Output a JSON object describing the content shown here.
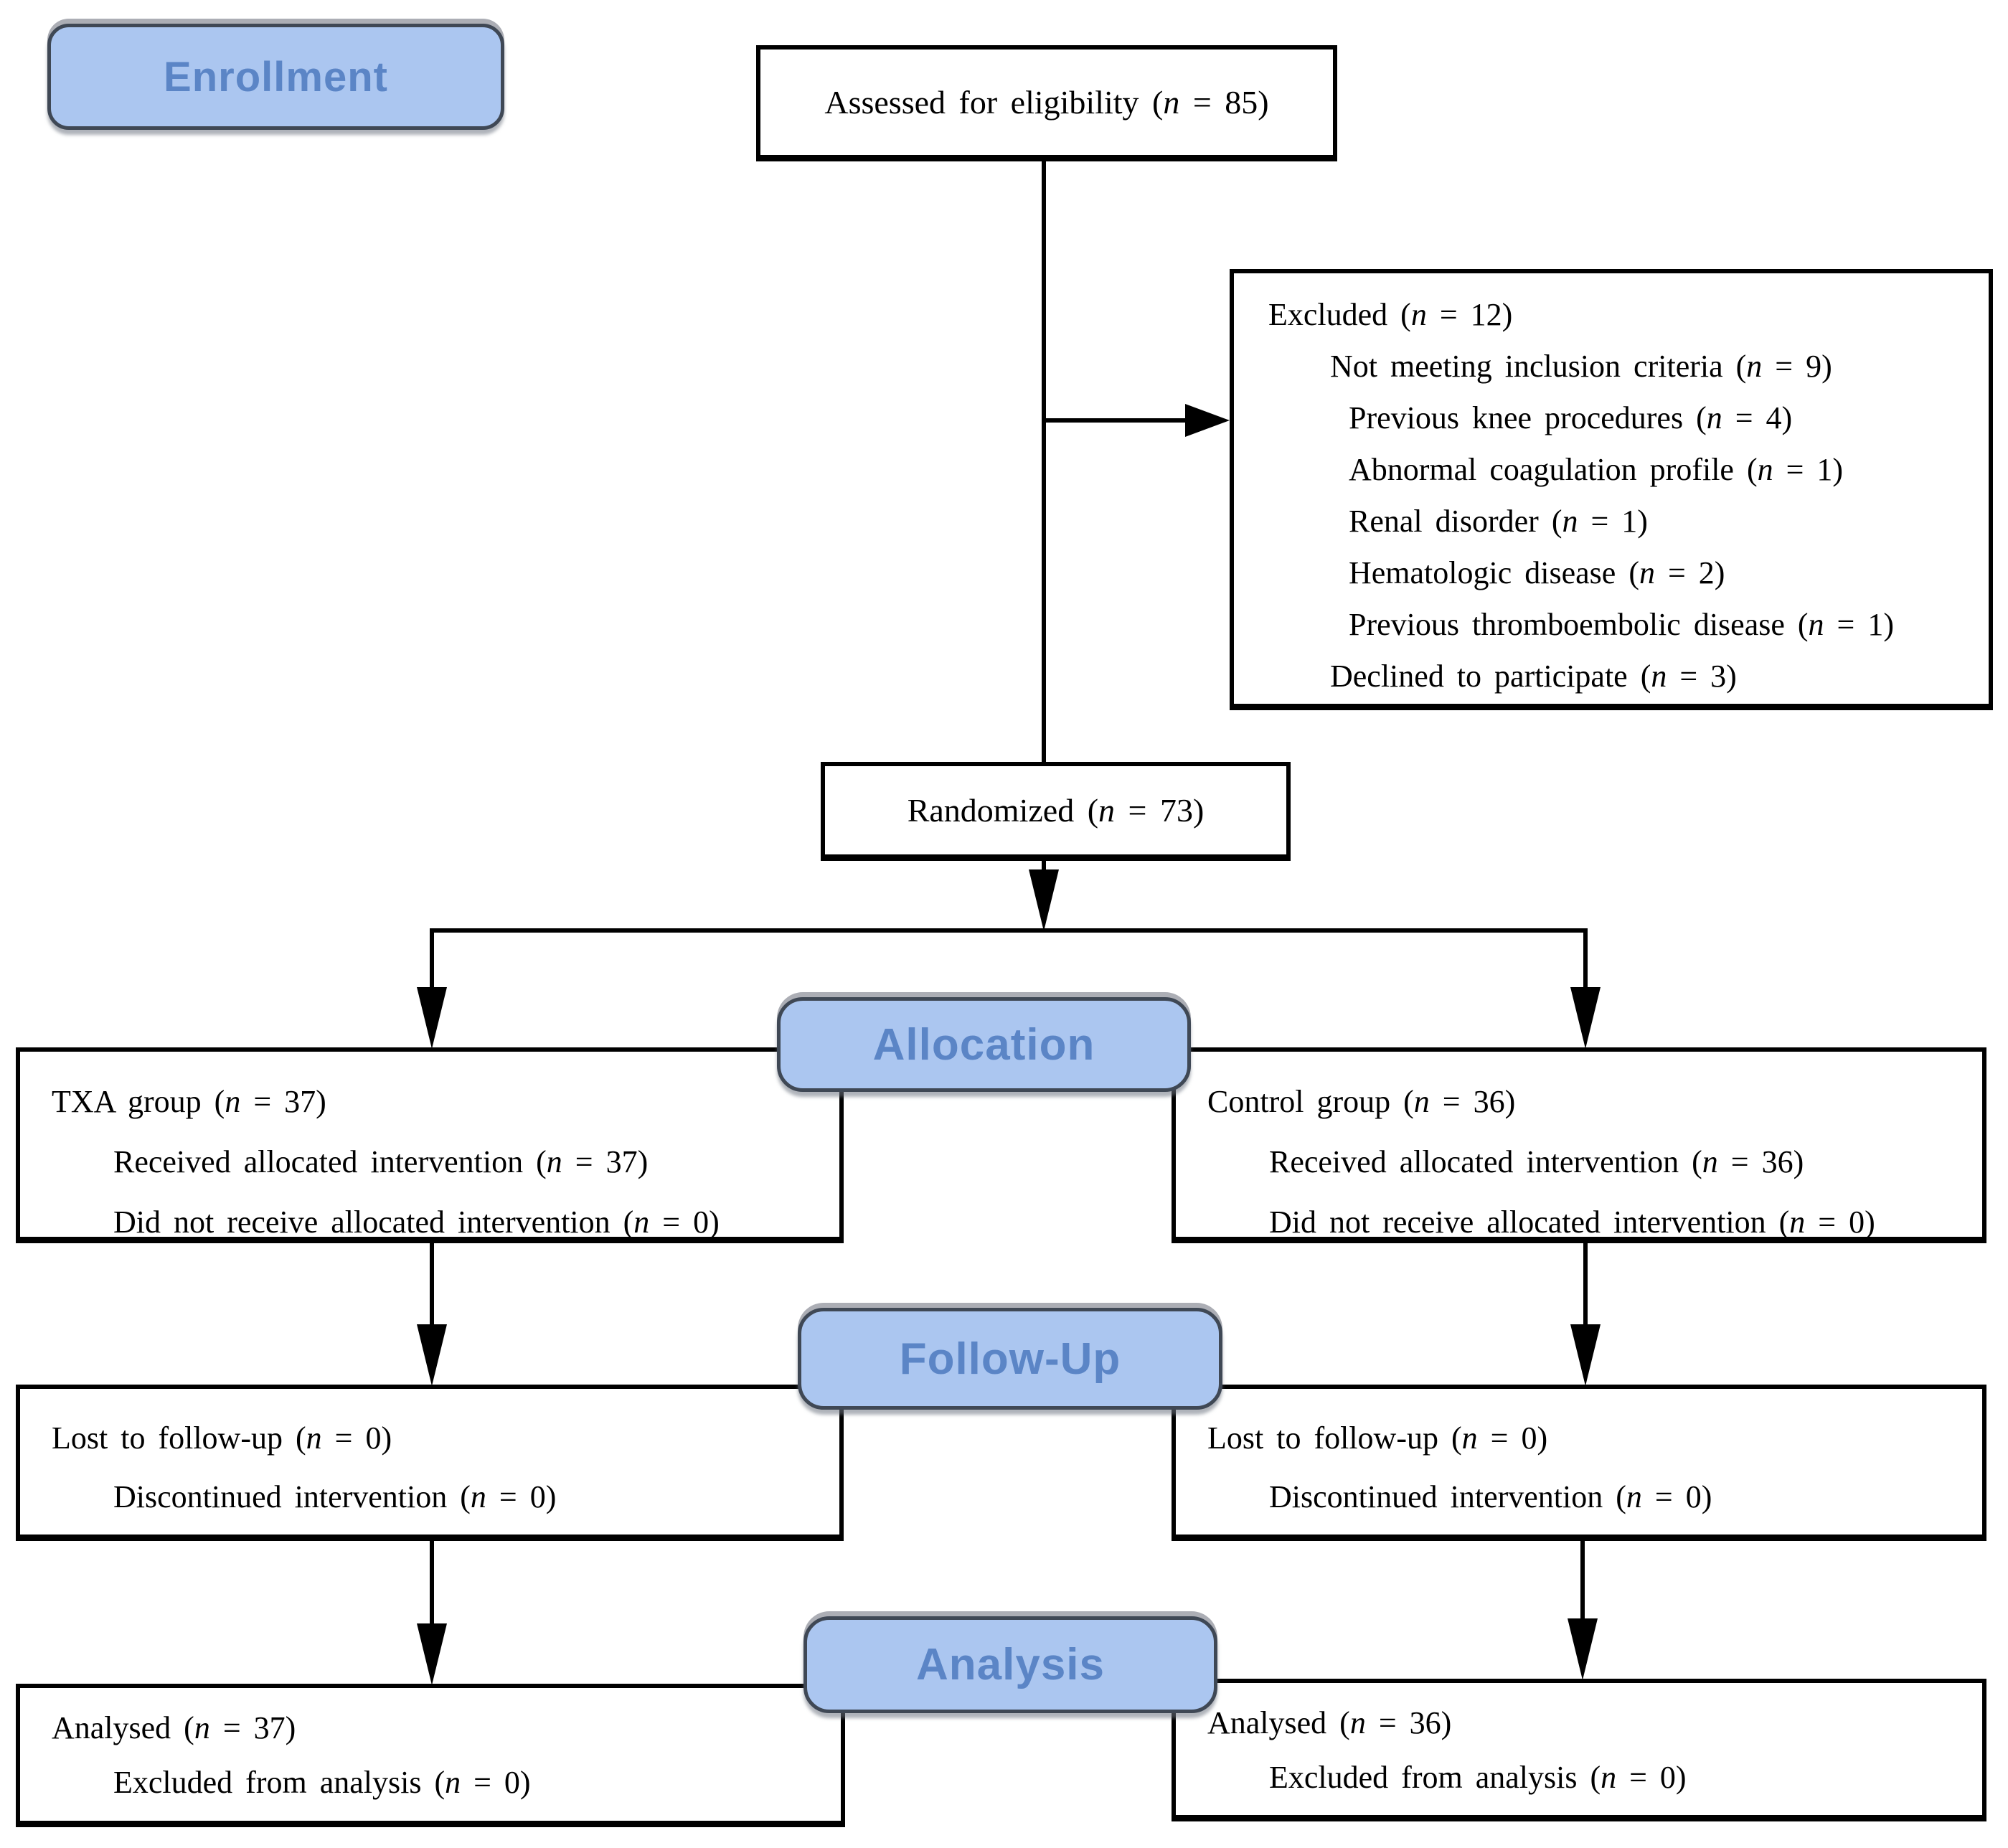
{
  "title": "CONSORT participant flow diagram",
  "theme": {
    "label_fill": "#abc6f0",
    "label_text": "#5b85c6",
    "label_border": "#3f4855",
    "box_border": "#000000",
    "box_bg": "#ffffff",
    "line_color": "#000000"
  },
  "stages": {
    "enrollment_label": "Enrollment",
    "allocation_label": "Allocation",
    "followup_label": "Follow-Up",
    "analysis_label": "Analysis"
  },
  "boxes": {
    "assessed": {
      "lines": [
        {
          "text": "Assessed for eligibility  (n = 85)",
          "indent": 0
        }
      ]
    },
    "excluded": {
      "lines": [
        {
          "text": "Excluded (n = 12)",
          "indent": 0
        },
        {
          "text": "Not meeting inclusion criteria (n = 9)",
          "indent": 1
        },
        {
          "text": "Previous knee procedures (n = 4)",
          "indent": 2
        },
        {
          "text": "Abnormal coagulation profile (n = 1)",
          "indent": 2
        },
        {
          "text": "Renal disorder (n = 1)",
          "indent": 2
        },
        {
          "text": "Hematologic disease (n = 2)",
          "indent": 2
        },
        {
          "text": "Previous thromboembolic disease (n = 1)",
          "indent": 2
        },
        {
          "text": "Declined to participate (n = 3)",
          "indent": 1
        }
      ]
    },
    "randomized": {
      "lines": [
        {
          "text": "Randomized (n = 73)",
          "indent": 0
        }
      ]
    },
    "txa_group": {
      "lines": [
        {
          "text": "TXA group (n = 37)",
          "indent": 0
        },
        {
          "text": "Received allocated intervention (n = 37)",
          "indent": 1
        },
        {
          "text": "Did not receive allocated intervention (n = 0)",
          "indent": 1
        }
      ]
    },
    "control_group": {
      "lines": [
        {
          "text": "Control group (n = 36)",
          "indent": 0
        },
        {
          "text": "Received allocated intervention (n = 36)",
          "indent": 1
        },
        {
          "text": "Did not receive allocated intervention (n = 0)",
          "indent": 1
        }
      ]
    },
    "lost_left": {
      "lines": [
        {
          "text": "Lost to follow-up (n = 0)",
          "indent": 0
        },
        {
          "text": "Discontinued intervention (n = 0)",
          "indent": 1
        }
      ]
    },
    "lost_right": {
      "lines": [
        {
          "text": "Lost to follow-up (n = 0)",
          "indent": 0
        },
        {
          "text": "Discontinued intervention (n = 0)",
          "indent": 1
        }
      ]
    },
    "analysed_left": {
      "lines": [
        {
          "text": "Analysed (n = 37)",
          "indent": 0
        },
        {
          "text": "Excluded from analysis (n = 0)",
          "indent": 1
        }
      ]
    },
    "analysed_right": {
      "lines": [
        {
          "text": "Analysed (n = 36)",
          "indent": 0
        },
        {
          "text": "Excluded from analysis (n = 0)",
          "indent": 1
        }
      ]
    }
  }
}
